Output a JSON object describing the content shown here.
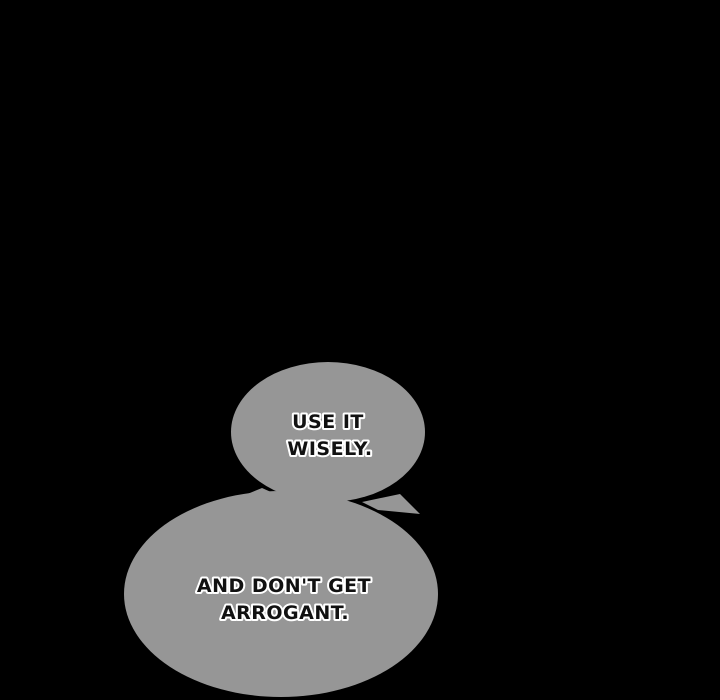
{
  "colors": {
    "background": "#000000",
    "bubble": "#969696",
    "text": "#111111",
    "text_outline": "#ffffff"
  },
  "bubbles": [
    {
      "lines": [
        "USE IT",
        "WISELY."
      ]
    },
    {
      "lines": [
        "AND DON'T GET",
        "ARROGANT."
      ]
    }
  ]
}
